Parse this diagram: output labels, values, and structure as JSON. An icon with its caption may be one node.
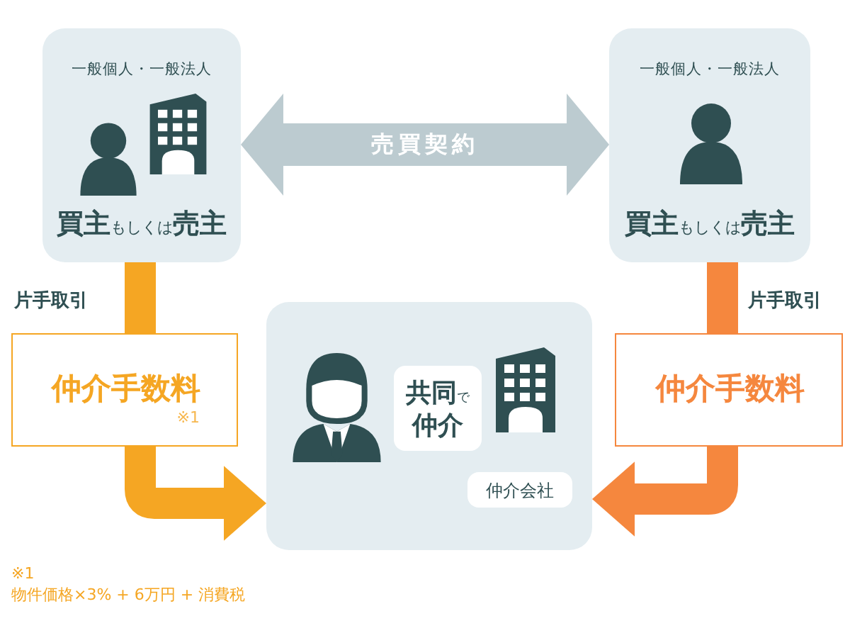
{
  "diagram": {
    "nodes": [
      {
        "text": [
          "一般個人・一般法人",
          "**買主**もしくは**売主**"
        ]
      },
      {
        "text": [
          "一般個人・一般法人",
          "**買主**もしくは**売主**"
        ]
      },
      {
        "text": [],
        "shape": "box"
      },
      {
        "text": [
          "**共同**で**仲介**"
        ],
        "in": 2
      },
      {
        "text": [
          "仲介会社"
        ],
        "in": 2
      },
      {
        "text": [
          "仲介手数料",
          "※1"
        ]
      },
      {
        "text": [
          "仲介手数料"
        ]
      }
    ],
    "edges": [
      {
        "from": 0,
        "to": 1,
        "arrow": "both",
        "label": "売買契約",
        "color": "#bccbd0"
      },
      {
        "from": 0,
        "to": 5,
        "arrow": "none",
        "color": "#f5a623"
      },
      {
        "from": 5,
        "to": 2,
        "arrow": "to",
        "color": "#f5a623"
      },
      {
        "from": 1,
        "to": 6,
        "arrow": "none",
        "color": "#f5873e"
      },
      {
        "from": 6,
        "to": 2,
        "arrow": "to",
        "color": "#f5873e"
      }
    ],
    "labels": [
      "片手取引",
      "片手取引",
      "※1",
      "物件価格×3% + 6万円 + 消費税"
    ]
  }
}
